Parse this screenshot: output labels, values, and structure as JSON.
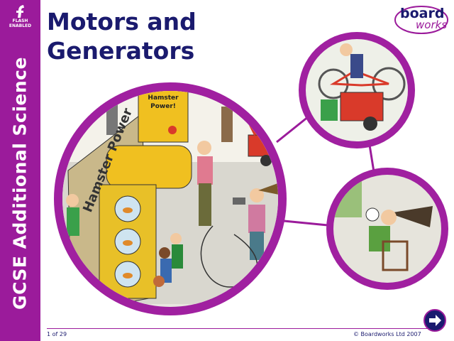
{
  "sidebar": {
    "flash_label": "FLASH",
    "flash_sub": "ENABLED",
    "course_title": "GCSE Additional Science"
  },
  "title": {
    "line1": "Motors and",
    "line2": "Generators"
  },
  "logo": {
    "board": "board",
    "works": "works"
  },
  "scene": {
    "sign_line1": "Hamster",
    "sign_line2": "Power!",
    "generator_text": "Hamster Power"
  },
  "footer": {
    "page": "1 of 29",
    "copyright": "© Boardworks Ltd 2007"
  },
  "navigation": {
    "next_icon": "arrow-right-icon"
  },
  "colors": {
    "brand_purple": "#9b1b9b",
    "title_navy": "#1a1a6e",
    "circle_ring": "#a020a0"
  }
}
